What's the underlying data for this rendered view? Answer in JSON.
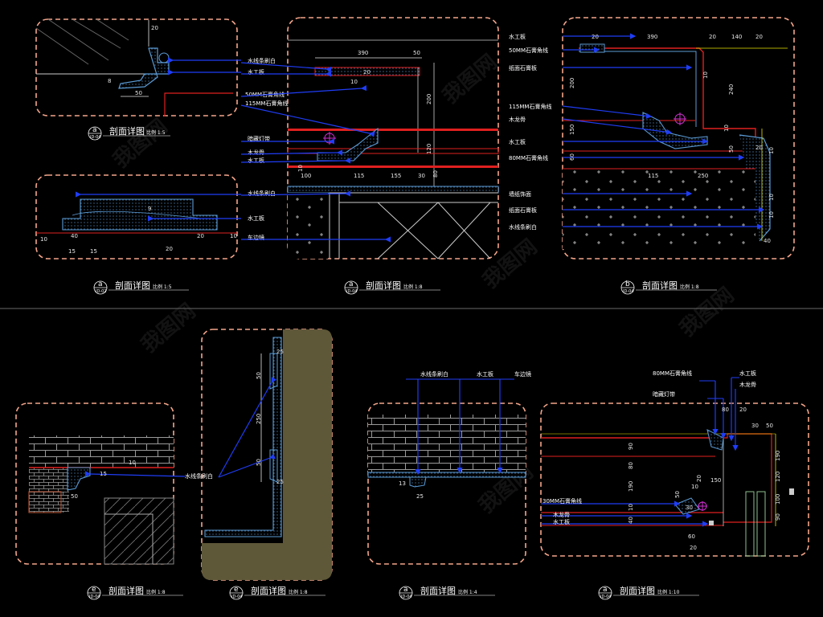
{
  "watermark": "我图网",
  "colors": {
    "background": "#000000",
    "frame": "#f4a58a",
    "hatch": "#5b9bd5",
    "leader": "#1f3df5",
    "accent_red": "#e02020",
    "accent_yellow": "#e8e300",
    "text": "#ffffff"
  },
  "details": [
    {
      "tag": "a",
      "sheet": "ID-04",
      "title": "剖面详图",
      "scale": "比例 1:5",
      "dims": [
        "20",
        "8",
        "50"
      ],
      "labels": []
    },
    {
      "tag": "a",
      "sheet": "ID-02",
      "title": "剖面详图",
      "scale": "比例 1:5",
      "dims": [
        "9",
        "10",
        "40",
        "20",
        "15",
        "15",
        "20",
        "10"
      ],
      "labels": []
    },
    {
      "tag": "a",
      "sheet": "ID-04",
      "title": "剖面详图",
      "scale": "比例 1:8",
      "dims": [
        "390",
        "50",
        "10",
        "20",
        "200",
        "120",
        "10",
        "100",
        "115",
        "155",
        "80",
        "30"
      ],
      "labels": [
        "水线条刷白",
        "水工板",
        "50MM石膏角线",
        "115MM石膏角线",
        "暗藏灯带",
        "木龙骨",
        "水工板",
        "水线条刷白",
        "水工板",
        "车边镜"
      ]
    },
    {
      "tag": "b",
      "sheet": "ID-04",
      "title": "剖面详图",
      "scale": "比例 1:8",
      "dims": [
        "20",
        "390",
        "20",
        "140",
        "20",
        "200",
        "10",
        "240",
        "150",
        "60",
        "10",
        "50",
        "10",
        "250",
        "115",
        "10",
        "10",
        "20",
        "40"
      ],
      "labels": [
        "水工板",
        "50MM石膏角线",
        "纸面石膏板",
        "115MM石膏角线",
        "木龙骨",
        "水工板",
        "80MM石膏角线",
        "墙纸饰面",
        "纸面石膏板",
        "水线条刷白"
      ]
    },
    {
      "tag": "e",
      "sheet": "ID-04",
      "title": "剖面详图",
      "scale": "比例 1:8",
      "dims": [
        "10",
        "15",
        "50"
      ],
      "labels": []
    },
    {
      "tag": "e",
      "sheet": "ID-04",
      "title": "剖面详图",
      "scale": "比例 1:8",
      "dims": [
        "25",
        "50",
        "250",
        "50",
        "25"
      ],
      "labels": [
        "水线条刷白"
      ]
    },
    {
      "tag": "a",
      "sheet": "ID-04",
      "title": "剖面详图",
      "scale": "比例 1:4",
      "dims": [
        "13",
        "25"
      ],
      "labels": [
        "水线条刷白",
        "水工板",
        "车边镜"
      ]
    },
    {
      "tag": "a",
      "sheet": "ID-04",
      "title": "剖面详图",
      "scale": "比例 1:10",
      "dims": [
        "80",
        "20",
        "30",
        "50",
        "90",
        "80",
        "190",
        "10",
        "40",
        "10",
        "20",
        "150",
        "50",
        "30",
        "190",
        "120",
        "100",
        "90",
        "60",
        "20"
      ],
      "labels": [
        "80MM石膏角线",
        "水工板",
        "木龙骨",
        "暗藏灯带",
        "30MM石膏角线",
        "木龙骨",
        "水工板"
      ]
    }
  ]
}
